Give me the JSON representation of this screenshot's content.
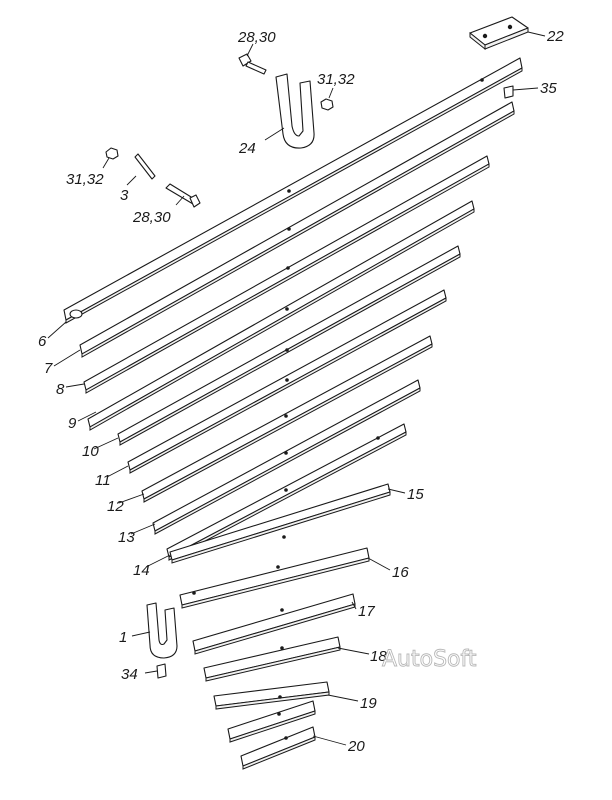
{
  "diagram": {
    "leaves": [
      {
        "label": "6"
      },
      {
        "label": "7"
      },
      {
        "label": "8"
      },
      {
        "label": "9"
      },
      {
        "label": "10"
      },
      {
        "label": "11"
      },
      {
        "label": "12"
      },
      {
        "label": "13"
      },
      {
        "label": "14"
      },
      {
        "label": "15"
      },
      {
        "label": "16"
      },
      {
        "label": "17"
      },
      {
        "label": "18"
      },
      {
        "label": "19"
      },
      {
        "label": "20"
      }
    ],
    "parts": {
      "plate_22": "22",
      "bolt_top": "28,30",
      "nut_top": "31,32",
      "u_bolt_top": "24",
      "fitting_35": "35",
      "nut_left": "31,32",
      "pin_3": "3",
      "bolt_left": "28,30",
      "u_bolt_bottom": "1",
      "fitting_34": "34"
    },
    "watermark": "AutoSoft"
  }
}
